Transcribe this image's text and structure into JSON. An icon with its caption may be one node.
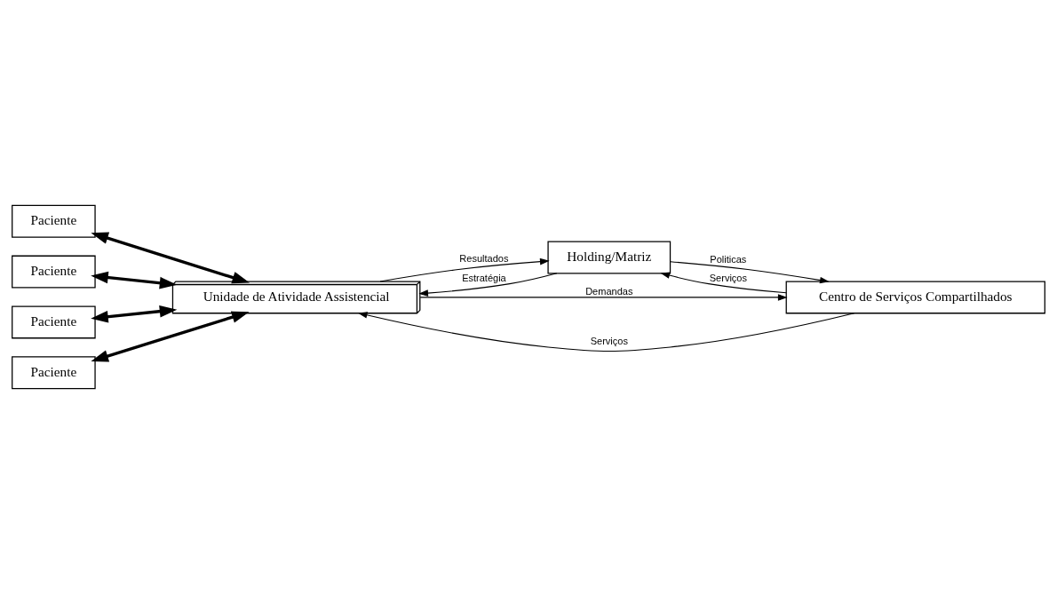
{
  "diagram": {
    "nodes": [
      {
        "text": [
          "Paciente"
        ]
      },
      {
        "text": [
          "Paciente"
        ]
      },
      {
        "text": [
          "Paciente"
        ]
      },
      {
        "text": [
          "Paciente"
        ]
      },
      {
        "text": [
          "Unidade de Atividade Assistencial"
        ]
      },
      {
        "text": [
          "Holding/Matriz"
        ]
      },
      {
        "text": [
          "Centro de Serviços Compartilhados"
        ]
      }
    ],
    "edges": [
      {
        "from": 0,
        "to": 4,
        "arrow": "both",
        "style": "thick"
      },
      {
        "from": 1,
        "to": 4,
        "arrow": "both",
        "style": "thick"
      },
      {
        "from": 2,
        "to": 4,
        "arrow": "both",
        "style": "thick"
      },
      {
        "from": 3,
        "to": 4,
        "arrow": "both",
        "style": "thick"
      },
      {
        "from": 4,
        "to": 5,
        "arrow": "to",
        "label": "Resultados"
      },
      {
        "from": 5,
        "to": 4,
        "arrow": "to",
        "label": "Estratégia"
      },
      {
        "from": 5,
        "to": 6,
        "arrow": "to",
        "label": "Politicas"
      },
      {
        "from": 6,
        "to": 5,
        "arrow": "to",
        "label": "Serviços"
      },
      {
        "from": 6,
        "to": 4,
        "arrow": "to",
        "label": "Serviços"
      },
      {
        "from": 4,
        "to": 6,
        "arrow": "to",
        "label": "Demandas"
      }
    ]
  }
}
